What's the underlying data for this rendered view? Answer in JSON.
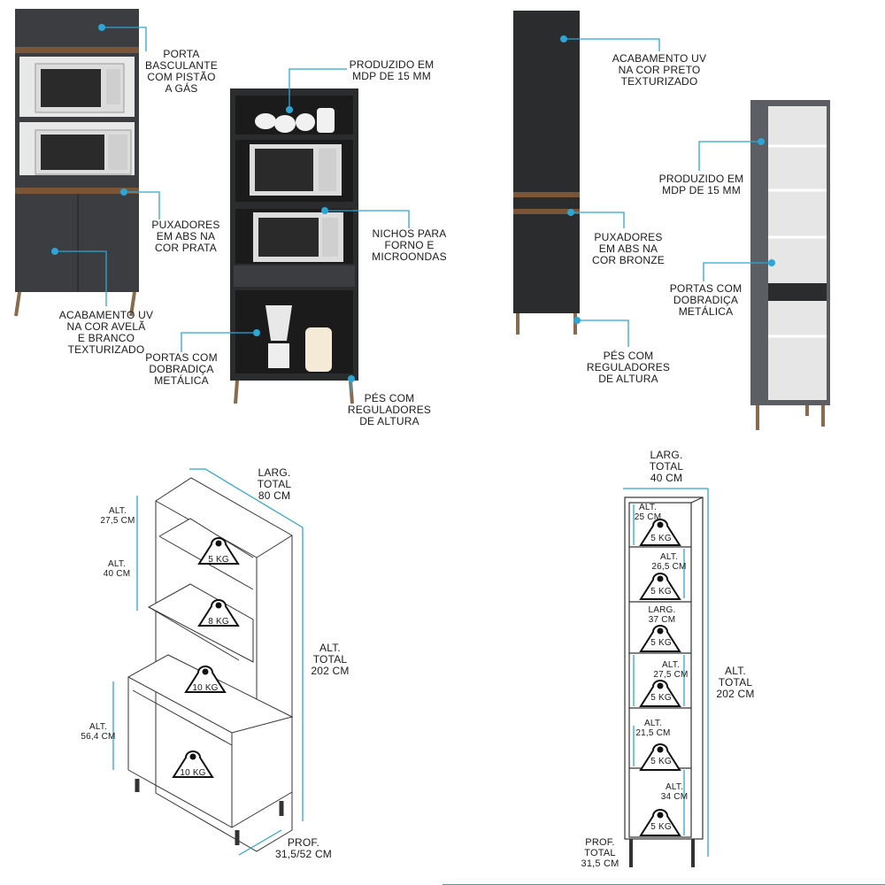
{
  "callout_color": "#29a7d8",
  "product_color_dark": "#3b3d40",
  "product_color_wood": "#7a5636",
  "labels": {
    "porta_basculante": "PORTA\nBASCULANTE\nCOM PISTÃO\nA GÁS",
    "puxadores_prata": "PUXADORES\nEM ABS NA\nCOR PRATA",
    "acabamento_avela": "ACABAMENTO UV\nNA COR AVELÃ\nE BRANCO\nTEXTURIZADO",
    "produzido_1": "PRODUZIDO EM\nMDP DE 15 MM",
    "nichos": "NICHOS PARA\nFORNO E\nMICROONDAS",
    "portas_1": "PORTAS COM\nDOBRADIÇA\nMETÁLICA",
    "pes_1": "PÉS COM\nREGULADORES\nDE ALTURA",
    "acabamento_preto": "ACABAMENTO UV\nNA COR PRETO\nTEXTURIZADO",
    "produzido_2": "PRODUZIDO EM\nMDP DE 15 MM",
    "puxadores_bronze": "PUXADORES\nEM ABS NA\nCOR BRONZE",
    "portas_2": "PORTAS COM\nDOBRADIÇA\nMETÁLICA",
    "pes_2": "PÉS COM\nREGULADORES\nDE ALTURA"
  },
  "dims_left": {
    "larg": "LARG.\nTOTAL\n80 CM",
    "alt_total": "ALT.\nTOTAL\n202 CM",
    "alt_1": "ALT.\n27,5 CM",
    "alt_2": "ALT.\n40 CM",
    "alt_3": "ALT.\n56,4 CM",
    "prof": "PROF.\n31,5/52 CM",
    "w1": "5 Kg",
    "w2": "8 Kg",
    "w3": "10 Kg",
    "w4": "10 Kg"
  },
  "dims_right": {
    "larg": "LARG.\nTOTAL\n40 CM",
    "alt_total": "ALT.\nTOTAL\n202 CM",
    "s1": "ALT.\n25 CM",
    "s2": "ALT.\n26,5 CM",
    "s3": "LARG.\n37 CM",
    "s4": "ALT.\n27,5 CM",
    "s5": "ALT.\n21,5 CM",
    "s6": "ALT.\n34 CM",
    "prof": "PROF.\nTOTAL\n31,5 CM",
    "w": "5 Kg"
  }
}
